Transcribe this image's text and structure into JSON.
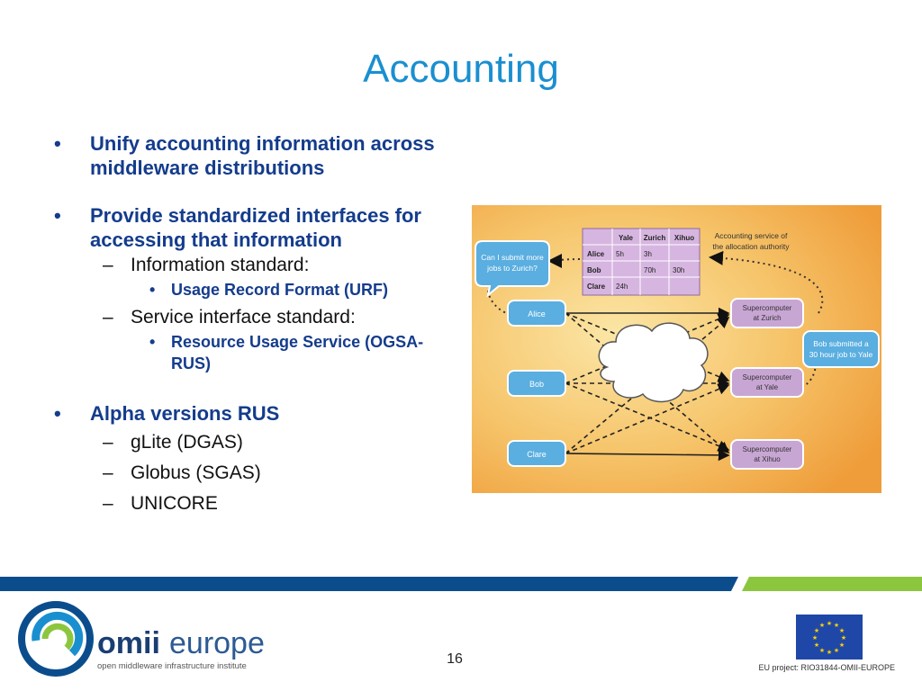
{
  "slide": {
    "title": "Accounting",
    "bullets": [
      {
        "marker": "•",
        "text": "Unify accounting information across middleware distributions"
      },
      {
        "marker": "•",
        "text": "Provide standardized interfaces for accessing that information"
      },
      {
        "marker": "–",
        "text": "Information standard:"
      },
      {
        "marker": "•",
        "text": "Usage Record Format (URF)"
      },
      {
        "marker": "–",
        "text": "Service interface standard:"
      },
      {
        "marker": "•",
        "text": "Resource Usage Service (OGSA-RUS)"
      },
      {
        "marker": "•",
        "text": "Alpha versions RUS"
      },
      {
        "marker": "–",
        "text": "gLite (DGAS)"
      },
      {
        "marker": "–",
        "text": "Globus (SGAS)"
      },
      {
        "marker": "–",
        "text": "UNICORE"
      }
    ],
    "page_number": "16"
  },
  "diagram": {
    "question_bubble": [
      "Can I submit more",
      "jobs to Zurich?"
    ],
    "table": {
      "headers": [
        "",
        "Yale",
        "Zurich",
        "Xihuo"
      ],
      "rows": [
        [
          "Alice",
          "5h",
          "3h",
          ""
        ],
        [
          "Bob",
          "",
          "70h",
          "30h"
        ],
        [
          "Clare",
          "24h",
          "",
          ""
        ]
      ]
    },
    "accounting_label": [
      "Accounting service of",
      "the allocation authority"
    ],
    "users": [
      "Alice",
      "Bob",
      "Clare"
    ],
    "supercomputers": [
      [
        "Supercomputer",
        "at Zurich"
      ],
      [
        "Supercomputer",
        "at Yale"
      ],
      [
        "Supercomputer",
        "at Xihuo"
      ]
    ],
    "note_bubble": [
      "Bob submitted a",
      "30 hour job to Yale"
    ]
  },
  "footer": {
    "logo_word_1": "omii",
    "logo_word_2": "europe",
    "logo_tagline": "open middleware infrastructure institute",
    "eu_project": "EU project: RIO31844-OMII-EUROPE"
  },
  "colors": {
    "title": "#1a8fd0",
    "bullet_text": "#143c8c",
    "band_dark": "#0b4d8c",
    "band_light": "#8cc63f",
    "node_blue": "#5aaee0",
    "table_purple": "#c8a6d4"
  }
}
